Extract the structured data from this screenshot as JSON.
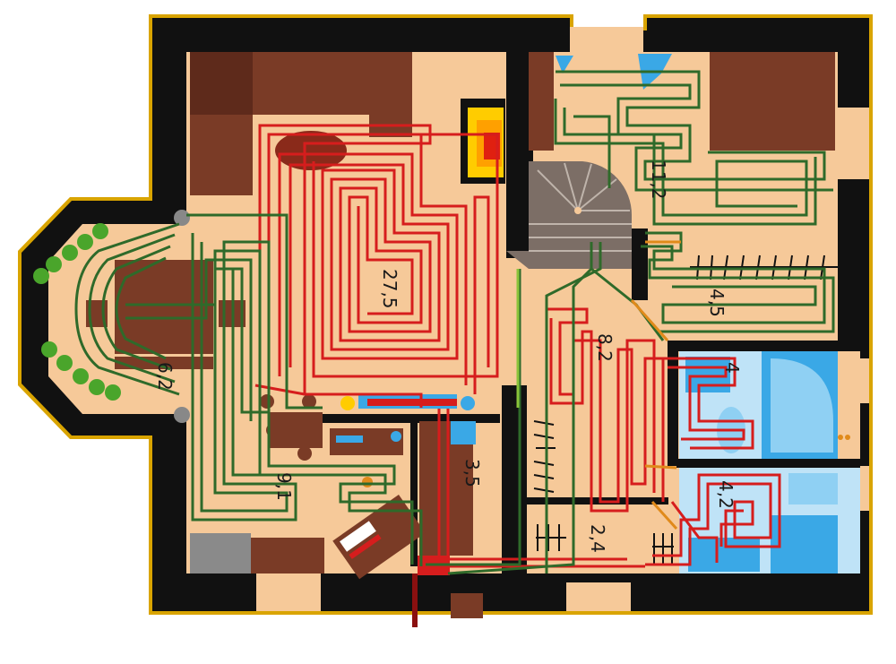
{
  "colors": {
    "wall": "#111111",
    "outline": "#d9a400",
    "floor": "#f6c999",
    "furniture": "#7a3b26",
    "furniture_dark": "#5e2a1b",
    "pipe_red": "#d61d1d",
    "pipe_green": "#2f6a2a",
    "water": "#3aa8e6",
    "plant": "#4aa52b",
    "stair": "#7c6e66"
  },
  "labels": {
    "zone_27_5": "27,5",
    "zone_6_2": "6,2",
    "zone_9_1": "9,1",
    "zone_3_5": "3,5",
    "zone_11_2": "11,2",
    "zone_4_5": "4,5",
    "zone_8_2": "8,2",
    "zone_4": "4",
    "zone_4_2": "4,2",
    "zone_2_4": "2,4"
  }
}
